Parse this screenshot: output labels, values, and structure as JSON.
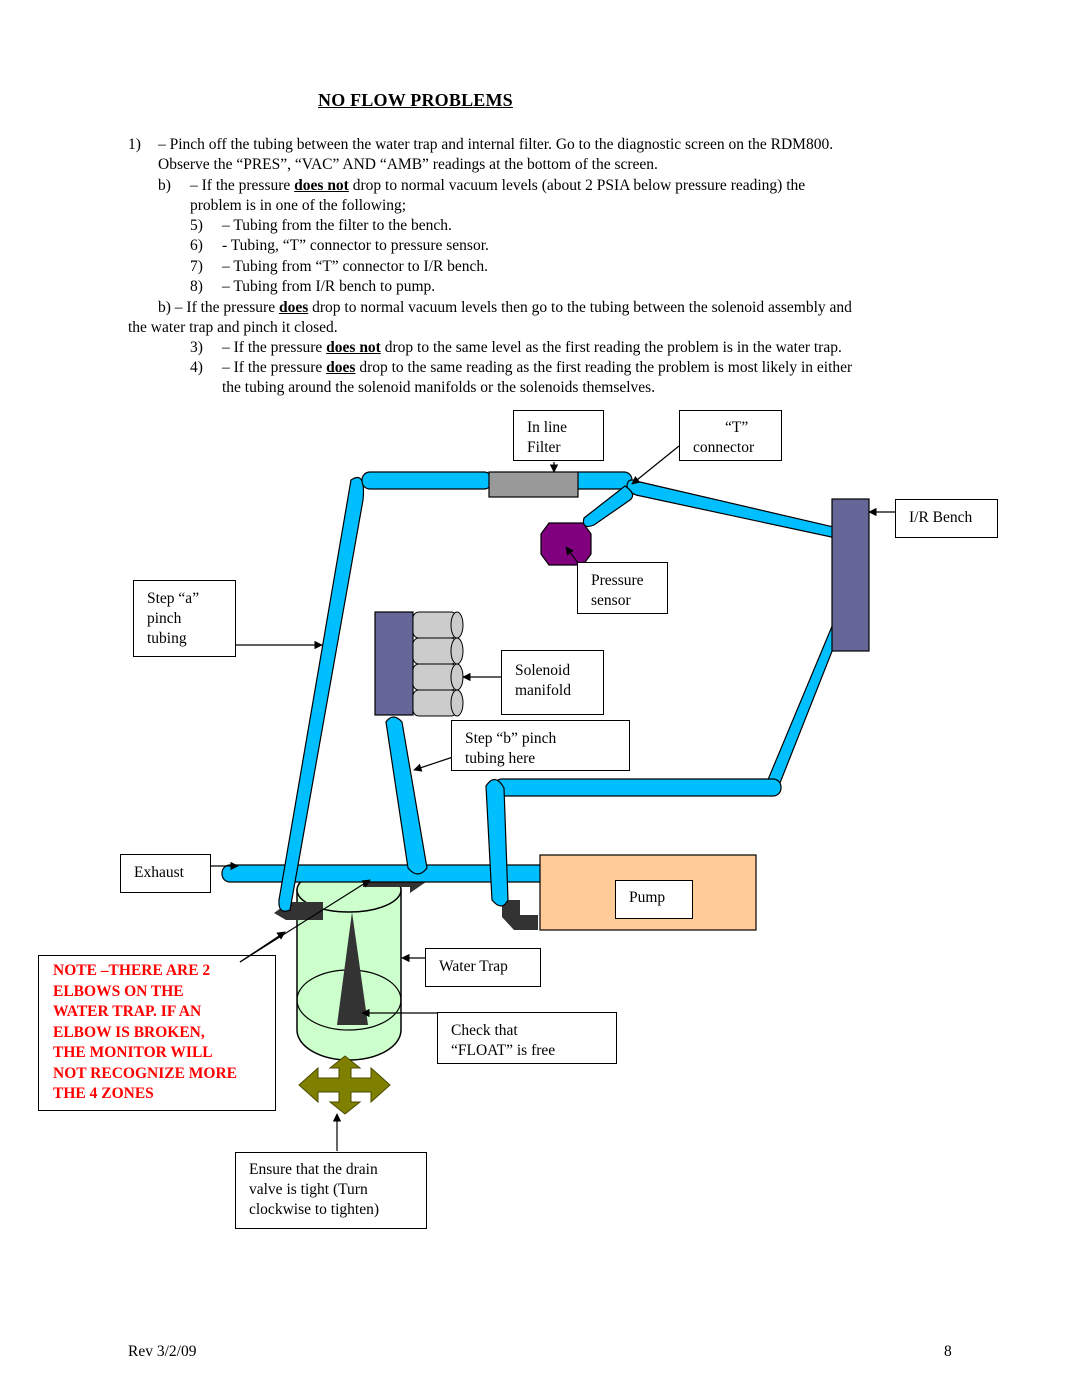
{
  "title": "NO FLOW PROBLEMS",
  "steps": {
    "s1": {
      "num": "1)",
      "text_a": "– Pinch off the tubing between the water trap and internal filter. Go to the diagnostic screen on the RDM800.",
      "text_b": "Observe the “PRES”, “VAC” AND “AMB” readings at the bottom of the screen."
    },
    "sb1": {
      "num": "b)",
      "pre": "– If the pressure ",
      "bold": "does not",
      "post": " drop to normal vacuum levels (about 2 PSIA below pressure reading) the",
      "line2": "problem is in one of the following;"
    },
    "s5": {
      "num": "5)",
      "text": "– Tubing from the filter to the bench."
    },
    "s6": {
      "num": "6)",
      "text": " - Tubing, “T” connector to pressure sensor."
    },
    "s7": {
      "num": "7)",
      "text": "– Tubing from “T” connector to I/R bench."
    },
    "s8": {
      "num": "8)",
      "text": "– Tubing from I/R bench to pump."
    },
    "sb2": {
      "pre": "b) – If the pressure ",
      "bold": "does",
      "post": " drop to normal vacuum levels then go to the tubing between the solenoid assembly and",
      "line2": "the water trap and pinch it closed."
    },
    "s3": {
      "num": "3)",
      "pre": "– If the pressure ",
      "bold": "does not",
      "post": " drop to the same level as the first reading the problem is in the water trap."
    },
    "s4": {
      "num": "4)",
      "pre": "– If the pressure ",
      "bold": "does",
      "post": " drop to the same reading as the first reading the problem is most likely in either",
      "line2": "the tubing around the solenoid manifolds or the solenoids themselves."
    }
  },
  "diagram": {
    "filter_label": [
      "In line",
      "Filter"
    ],
    "t_connector_label": [
      "“T”",
      "connector"
    ],
    "ir_bench_label": "I/R Bench",
    "pressure_sensor_label": [
      "Pressure",
      "sensor"
    ],
    "step_a_label": [
      "Step “a”",
      "pinch",
      "tubing"
    ],
    "solenoid_label": [
      "Solenoid",
      "manifold"
    ],
    "step_b_label": [
      "Step “b” pinch",
      "tubing here"
    ],
    "exhaust_label": "Exhaust",
    "pump_label": "Pump",
    "water_trap_label": "Water Trap",
    "float_label": [
      "Check that",
      "“FLOAT” is free"
    ],
    "drain_label": [
      "Ensure that the drain",
      "valve is tight (Turn",
      "clockwise to tighten)"
    ],
    "note_lines": [
      "NOTE –THERE ARE 2",
      "ELBOWS ON THE",
      "WATER TRAP. IF AN",
      "ELBOW IS BROKEN,",
      "THE MONITOR WILL",
      "NOT RECOGNIZE MORE",
      "THE 4 ZONES"
    ],
    "colors": {
      "tubing": "#00bfff",
      "bench": "#666699",
      "pump": "#ffcc99",
      "water_trap": "#ccffcc",
      "sensor": "#800080",
      "drain_valve": "#808000",
      "filter": "#999999",
      "note_text": "#ff0000"
    }
  },
  "footer": {
    "rev": "Rev 3/2/09",
    "page": "8"
  }
}
